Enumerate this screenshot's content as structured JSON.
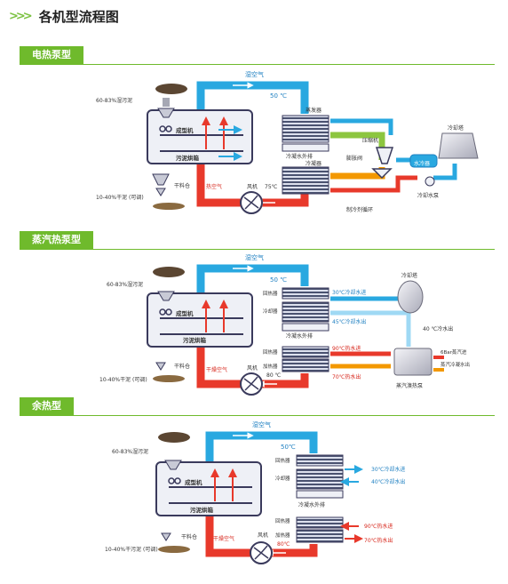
{
  "page": {
    "title": "各机型流程图",
    "title_marker": ">>>"
  },
  "sections": [
    {
      "tab": "电热泵型",
      "labels": {
        "wet_air": "湿空气",
        "temp_top": "50 ℃",
        "wet_sludge": "60-83%湿污泥",
        "dryer": "成型机",
        "belt": "污泥烘箱",
        "discharge": "干料仓",
        "dry_sludge": "10-40%干泥 (可调)",
        "hot_air": "热空气",
        "fan": "风机",
        "temp_bottom": "75℃",
        "evaporator": "蒸发器",
        "external_water": "冷凝水外排",
        "condenser": "冷凝器",
        "expansion_valve": "膨胀阀",
        "compressor": "压缩机",
        "water_cooler": "水冷器",
        "cooling_tower": "冷却塔",
        "cooling_pump": "冷却水泵",
        "refrigerant": "制冷剂循环"
      }
    },
    {
      "tab": "蒸汽热泵型",
      "labels": {
        "wet_air": "湿空气",
        "temp_top": "50 ℃",
        "wet_sludge": "60-83%湿污泥",
        "dryer": "成型机",
        "belt": "污泥烘箱",
        "discharge": "干料仓",
        "dry_sludge": "10-40%干泥 (可调)",
        "hot_air": "干燥空气",
        "fan": "风机",
        "temp_bottom": "80 ℃",
        "reheater": "回热器",
        "cooler": "冷却器",
        "external_water": "冷凝水外排",
        "reheater2": "回热器",
        "heater": "加热器",
        "cooling_tower": "冷却塔",
        "cool_in": "30℃冷却水进",
        "cool_out": "45℃冷却水出",
        "water_out_40": "40 ℃冷水出",
        "hot_in": "90℃热水进",
        "hot_out": "70℃热水出",
        "steam_in": "6Bar蒸汽进",
        "steam_condensate": "蒸汽冷凝水出",
        "steam_heat_pump": "蒸汽溴热泵"
      }
    },
    {
      "tab": "余热型",
      "labels": {
        "wet_air": "湿空气",
        "temp_top": "50℃",
        "wet_sludge": "60-83%湿污泥",
        "dryer": "成型机",
        "belt": "污泥烘箱",
        "discharge": "干料仓",
        "dry_sludge": "10-40%干污泥 (可调)",
        "hot_air": "干燥空气",
        "fan": "风机",
        "temp_bottom": "80℃",
        "reheater": "回热器",
        "cooler": "冷却器",
        "external_water": "冷凝水外排",
        "reheater2": "回热器",
        "heater": "加热器",
        "cool_in": "30℃冷却水进",
        "cool_out": "40℃冷却水出",
        "hot_in": "90℃热水进",
        "hot_out": "70℃热水出"
      }
    }
  ],
  "colors": {
    "accent": "#6fba2c",
    "air_blue": "#29a8e0",
    "hot_red": "#e8392b",
    "green_loop": "#8cc63f",
    "orange_loop": "#f39800",
    "box_fill": "#eef0f6",
    "box_stroke": "#3a3a5c",
    "coil_dark": "#4a5270",
    "text_blue": "#1d7fc1",
    "text_red": "#d7261b"
  }
}
